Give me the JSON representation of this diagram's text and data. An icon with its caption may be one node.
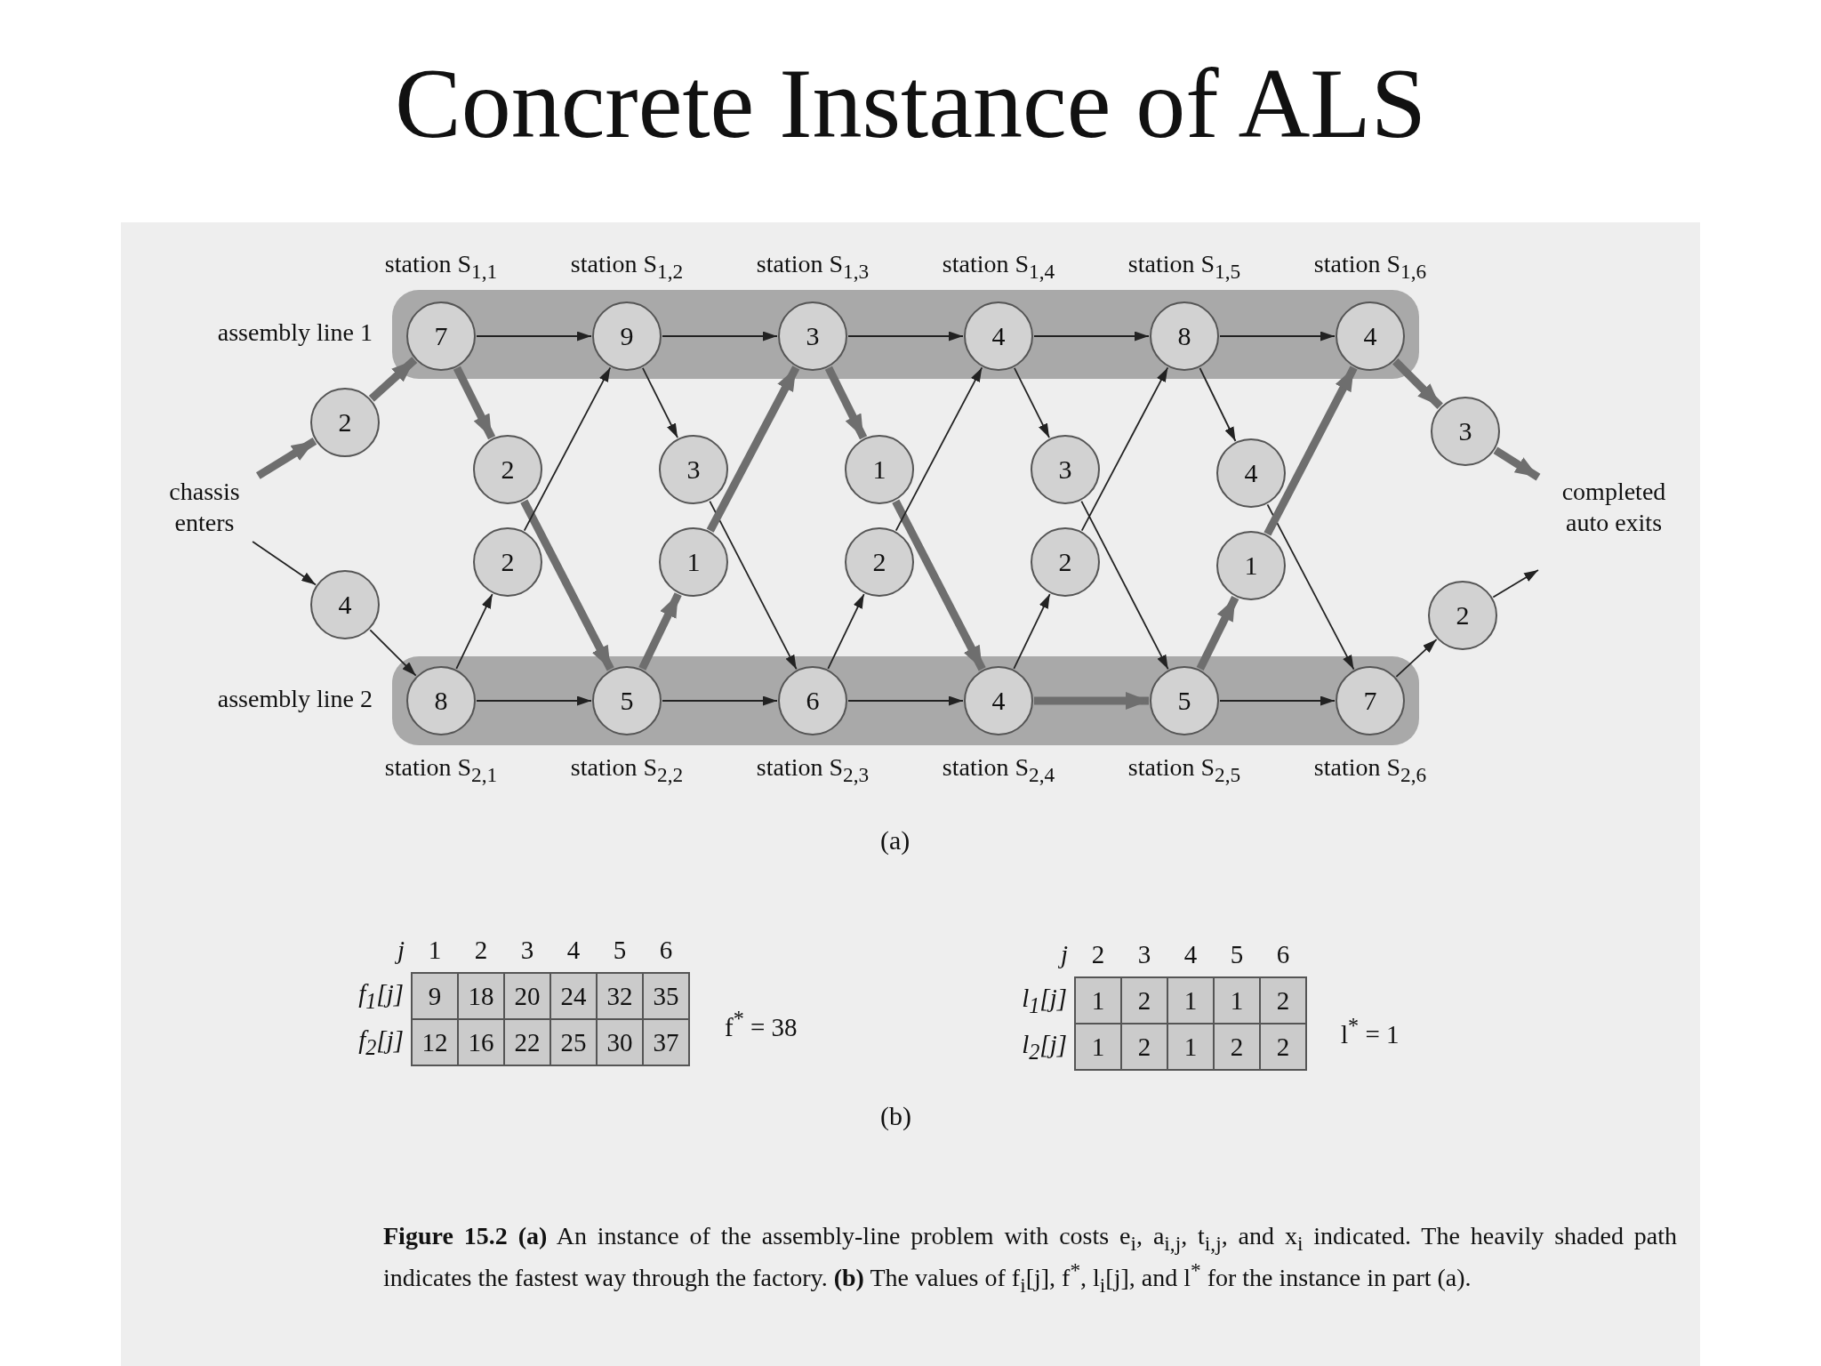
{
  "diagram": {
    "title": "Concrete Instance of ALS",
    "caption": "**Figure 15.2** **(a)** An instance of the assembly-line problem with costs e$_{i}$, a$_{i,j}$, t$_{i,j}$, and x$_{i}$ indicated. The heavily shaded path indicates the fastest way through the factory. **(b)** The values of f$_{i}$[j], f$^{*}$, l$_{i}$[j], and l$^{*}$ for the instance in part (a).",
    "nodes": [
      {
        "text": [
          "chassis enters"
        ]
      },
      {
        "text": [
          "assembly line 1"
        ]
      },
      {
        "text": [
          "7"
        ],
        "in": 1,
        "beside": [
          "station S$_{1,1}$"
        ]
      },
      {
        "text": [
          "9"
        ],
        "in": 1,
        "beside": [
          "station S$_{1,2}$"
        ]
      },
      {
        "text": [
          "3"
        ],
        "in": 1,
        "beside": [
          "station S$_{1,3}$"
        ]
      },
      {
        "text": [
          "4"
        ],
        "in": 1,
        "beside": [
          "station S$_{1,4}$"
        ]
      },
      {
        "text": [
          "8"
        ],
        "in": 1,
        "beside": [
          "station S$_{1,5}$"
        ]
      },
      {
        "text": [
          "4"
        ],
        "in": 1,
        "beside": [
          "station S$_{1,6}$"
        ]
      },
      {
        "text": [
          "assembly line 2"
        ]
      },
      {
        "text": [
          "8"
        ],
        "in": 8,
        "beside": [
          "station S$_{2,1}$"
        ]
      },
      {
        "text": [
          "5"
        ],
        "in": 8,
        "beside": [
          "station S$_{2,2}$"
        ]
      },
      {
        "text": [
          "6"
        ],
        "in": 8,
        "beside": [
          "station S$_{2,3}$"
        ]
      },
      {
        "text": [
          "4"
        ],
        "in": 8,
        "beside": [
          "station S$_{2,4}$"
        ]
      },
      {
        "text": [
          "5"
        ],
        "in": 8,
        "beside": [
          "station S$_{2,5}$"
        ]
      },
      {
        "text": [
          "7"
        ],
        "in": 8,
        "beside": [
          "station S$_{2,6}$"
        ]
      },
      {
        "text": [
          "2"
        ]
      },
      {
        "text": [
          "4"
        ]
      },
      {
        "text": [
          "2"
        ]
      },
      {
        "text": [
          "3"
        ]
      },
      {
        "text": [
          "1"
        ]
      },
      {
        "text": [
          "3"
        ]
      },
      {
        "text": [
          "4"
        ]
      },
      {
        "text": [
          "2"
        ]
      },
      {
        "text": [
          "1"
        ]
      },
      {
        "text": [
          "2"
        ]
      },
      {
        "text": [
          "2"
        ]
      },
      {
        "text": [
          "1"
        ]
      },
      {
        "text": [
          "3"
        ]
      },
      {
        "text": [
          "2"
        ]
      },
      {
        "text": [
          "completed auto exits"
        ]
      }
    ],
    "edges": [
      {
        "from": 0,
        "to": 15,
        "arrow": "to",
        "style": "thick"
      },
      {
        "from": 15,
        "to": 2,
        "arrow": "to",
        "style": "thick"
      },
      {
        "from": 0,
        "to": 16,
        "arrow": "to"
      },
      {
        "from": 16,
        "to": 9,
        "arrow": "to"
      },
      {
        "from": 2,
        "to": 3,
        "arrow": "to"
      },
      {
        "from": 3,
        "to": 4,
        "arrow": "to"
      },
      {
        "from": 4,
        "to": 5,
        "arrow": "to"
      },
      {
        "from": 5,
        "to": 6,
        "arrow": "to"
      },
      {
        "from": 6,
        "to": 7,
        "arrow": "to"
      },
      {
        "from": 9,
        "to": 10,
        "arrow": "to"
      },
      {
        "from": 10,
        "to": 11,
        "arrow": "to"
      },
      {
        "from": 11,
        "to": 12,
        "arrow": "to"
      },
      {
        "from": 12,
        "to": 13,
        "arrow": "to",
        "style": "thick"
      },
      {
        "from": 13,
        "to": 14,
        "arrow": "to"
      },
      {
        "from": 2,
        "to": 17,
        "arrow": "to",
        "style": "thick"
      },
      {
        "from": 17,
        "to": 10,
        "arrow": "to",
        "style": "thick"
      },
      {
        "from": 9,
        "to": 22,
        "arrow": "to"
      },
      {
        "from": 22,
        "to": 3,
        "arrow": "to"
      },
      {
        "from": 3,
        "to": 18,
        "arrow": "to"
      },
      {
        "from": 18,
        "to": 11,
        "arrow": "to"
      },
      {
        "from": 10,
        "to": 23,
        "arrow": "to",
        "style": "thick"
      },
      {
        "from": 23,
        "to": 4,
        "arrow": "to",
        "style": "thick"
      },
      {
        "from": 4,
        "to": 19,
        "arrow": "to",
        "style": "thick"
      },
      {
        "from": 19,
        "to": 12,
        "arrow": "to",
        "style": "thick"
      },
      {
        "from": 11,
        "to": 24,
        "arrow": "to"
      },
      {
        "from": 24,
        "to": 5,
        "arrow": "to"
      },
      {
        "from": 5,
        "to": 20,
        "arrow": "to"
      },
      {
        "from": 20,
        "to": 13,
        "arrow": "to"
      },
      {
        "from": 12,
        "to": 25,
        "arrow": "to"
      },
      {
        "from": 25,
        "to": 6,
        "arrow": "to"
      },
      {
        "from": 6,
        "to": 21,
        "arrow": "to"
      },
      {
        "from": 21,
        "to": 14,
        "arrow": "to"
      },
      {
        "from": 13,
        "to": 26,
        "arrow": "to",
        "style": "thick"
      },
      {
        "from": 26,
        "to": 7,
        "arrow": "to",
        "style": "thick"
      },
      {
        "from": 7,
        "to": 27,
        "arrow": "to",
        "style": "thick"
      },
      {
        "from": 27,
        "to": 29,
        "arrow": "to",
        "style": "thick"
      },
      {
        "from": 14,
        "to": 28,
        "arrow": "to"
      },
      {
        "from": 28,
        "to": 29,
        "arrow": "to"
      }
    ],
    "labels": [
      "(a)",
      "j",
      "1",
      "2",
      "3",
      "4",
      "5",
      "6",
      "f$_{1}$[j]",
      "9",
      "18",
      "20",
      "24",
      "32",
      "35",
      "f$_{2}$[j]",
      "12",
      "16",
      "22",
      "25",
      "30",
      "37",
      "f$^{*}$ = 38",
      "j",
      "2",
      "3",
      "4",
      "5",
      "6",
      "l$_{1}$[j]",
      "1",
      "2",
      "1",
      "1",
      "2",
      "l$_{2}$[j]",
      "1",
      "2",
      "1",
      "2",
      "2",
      "l$^{*}$ = 1",
      "(b)"
    ]
  }
}
